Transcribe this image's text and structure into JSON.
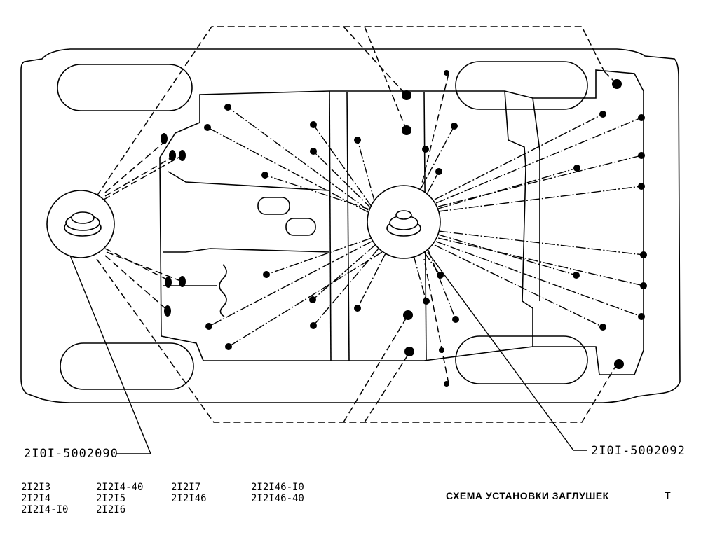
{
  "callouts": {
    "left_part": "2I0I-5002090",
    "right_part": "2I0I-5002092"
  },
  "models": {
    "col1": [
      "2I2I3",
      "2I2I4",
      "2I2I4-I0"
    ],
    "col2": [
      "2I2I4-40",
      "2I2I5",
      "2I2I6"
    ],
    "col3": [
      "2I2I7",
      "2I2I46"
    ],
    "col4": [
      "2I2I46-I0",
      "2I2I46-40"
    ]
  },
  "caption": {
    "title": "СХЕМА УСТАНОВКИ ЗАГЛУШЕК",
    "sheet": "Т"
  }
}
